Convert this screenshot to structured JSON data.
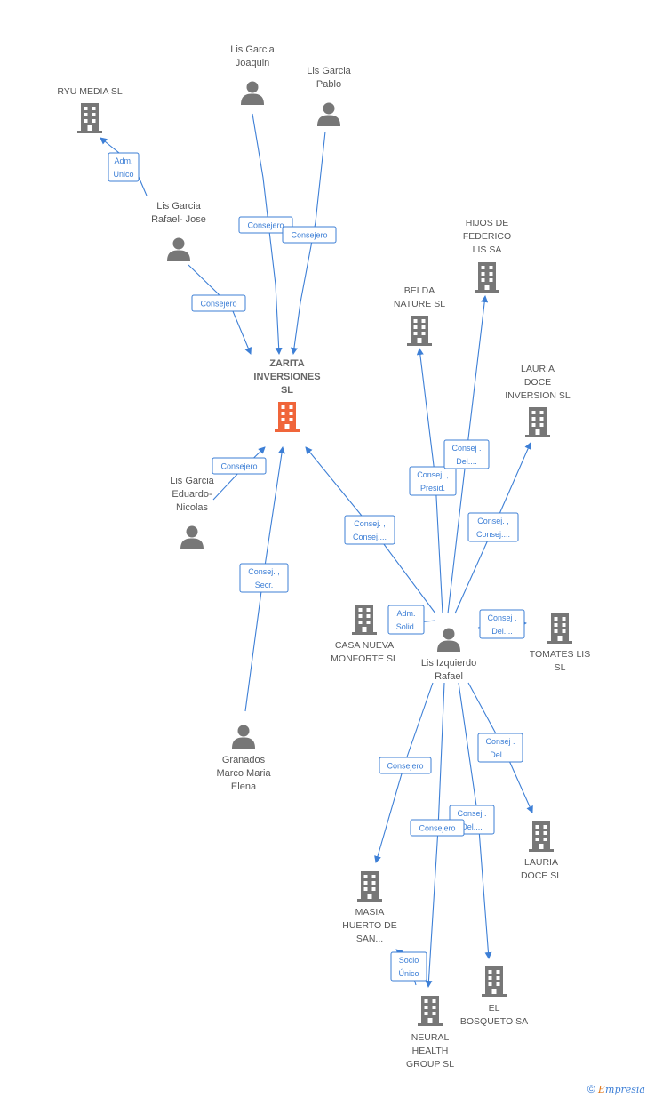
{
  "colors": {
    "edge": "#3d7fd6",
    "node": "#777777",
    "main": "#f0653a",
    "text": "#555555"
  },
  "nodes": [
    {
      "id": "ryu",
      "kind": "company",
      "lines": [
        "RYU MEDIA SL"
      ]
    },
    {
      "id": "joaquin",
      "kind": "person",
      "lines": [
        "Lis Garcia",
        "Joaquin"
      ]
    },
    {
      "id": "pablo",
      "kind": "person",
      "lines": [
        "Lis Garcia",
        "Pablo"
      ]
    },
    {
      "id": "rafaelj",
      "kind": "person",
      "lines": [
        "Lis Garcia",
        "Rafael- Jose"
      ]
    },
    {
      "id": "zarita",
      "kind": "main",
      "lines": [
        "ZARITA",
        "INVERSIONES",
        "SL"
      ]
    },
    {
      "id": "eduardo",
      "kind": "person",
      "lines": [
        "Lis Garcia",
        "Eduardo-",
        "Nicolas"
      ]
    },
    {
      "id": "granados",
      "kind": "person",
      "lines": [
        "Granados",
        "Marco Maria",
        "Elena"
      ]
    },
    {
      "id": "hijos",
      "kind": "company",
      "lines": [
        "HIJOS DE",
        "FEDERICO",
        "LIS SA"
      ]
    },
    {
      "id": "belda",
      "kind": "company",
      "lines": [
        "BELDA",
        "NATURE SL"
      ]
    },
    {
      "id": "lauriadi",
      "kind": "company",
      "lines": [
        "LAURIA",
        "DOCE",
        "INVERSION SL"
      ]
    },
    {
      "id": "casa",
      "kind": "company",
      "lines": [
        "CASA NUEVA",
        "MONFORTE SL"
      ]
    },
    {
      "id": "rafael",
      "kind": "person",
      "lines": [
        "Lis Izquierdo",
        "Rafael"
      ]
    },
    {
      "id": "tomates",
      "kind": "company",
      "lines": [
        "TOMATES LIS",
        "SL"
      ]
    },
    {
      "id": "lauria",
      "kind": "company",
      "lines": [
        "LAURIA",
        "DOCE SL"
      ]
    },
    {
      "id": "masia",
      "kind": "company",
      "lines": [
        "MASIA",
        "HUERTO DE",
        "SAN..."
      ]
    },
    {
      "id": "bosqueto",
      "kind": "company",
      "lines": [
        "EL",
        "BOSQUETO SA"
      ]
    },
    {
      "id": "neural",
      "kind": "company",
      "lines": [
        "NEURAL",
        "HEALTH",
        "GROUP  SL"
      ]
    }
  ],
  "edges": [
    {
      "from": "rafaelj",
      "to": "ryu",
      "label": [
        "Adm.",
        "Unico"
      ]
    },
    {
      "from": "joaquin",
      "to": "zarita",
      "label": [
        "Consejero"
      ]
    },
    {
      "from": "pablo",
      "to": "zarita",
      "label": [
        "Consejero"
      ]
    },
    {
      "from": "rafaelj",
      "to": "zarita",
      "label": [
        "Consejero"
      ]
    },
    {
      "from": "eduardo",
      "to": "zarita",
      "label": [
        "Consejero"
      ]
    },
    {
      "from": "granados",
      "to": "zarita",
      "label": [
        "Consej. ,",
        "Secr."
      ]
    },
    {
      "from": "rafael",
      "to": "zarita",
      "label": [
        "Consej. ,",
        "Consej...."
      ]
    },
    {
      "from": "rafael",
      "to": "belda",
      "label": [
        "Consej. ,",
        "Presid."
      ]
    },
    {
      "from": "rafael",
      "to": "hijos",
      "label": [
        "Consej .",
        "Del...."
      ]
    },
    {
      "from": "rafael",
      "to": "lauriadi",
      "label": [
        "Consej. ,",
        "Consej...."
      ]
    },
    {
      "from": "rafael",
      "to": "casa",
      "label": [
        "Adm.",
        "Solid."
      ]
    },
    {
      "from": "rafael",
      "to": "tomates",
      "label": [
        "Consej .",
        "Del...."
      ]
    },
    {
      "from": "rafael",
      "to": "lauria",
      "label": [
        "Consej .",
        "Del...."
      ]
    },
    {
      "from": "rafael",
      "to": "masia",
      "label": [
        "Consejero"
      ]
    },
    {
      "from": "rafael",
      "to": "bosqueto",
      "label": [
        "Consej .",
        "Del...."
      ]
    },
    {
      "from": "rafael",
      "to": "neural",
      "label": [
        "Consejero"
      ]
    },
    {
      "from": "masia",
      "to": "neural",
      "label": [
        "Socio",
        "Único"
      ]
    }
  ],
  "footer": {
    "copyright": "©",
    "brand_first": "E",
    "brand_rest": "mpresia"
  }
}
